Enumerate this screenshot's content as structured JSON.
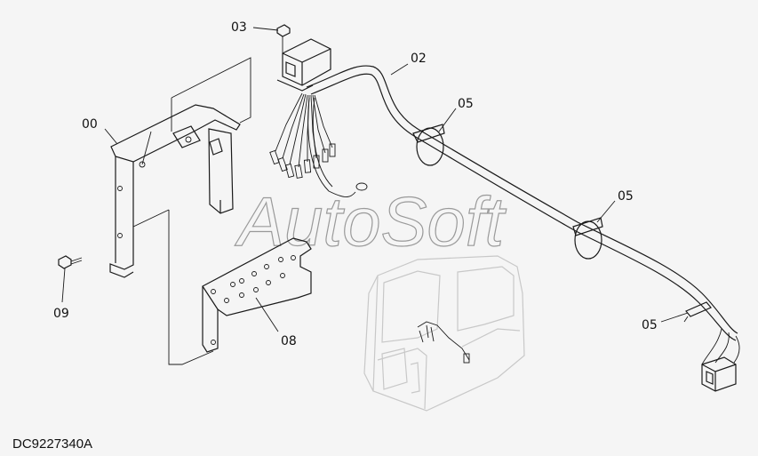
{
  "labels": {
    "part_00": "00",
    "part_02": "02",
    "part_03": "03",
    "part_05_a": "05",
    "part_05_b": "05",
    "part_05_c": "05",
    "part_08": "08",
    "part_09": "09"
  },
  "reference_number": "DC9227340A",
  "watermark": "AutoSoft"
}
